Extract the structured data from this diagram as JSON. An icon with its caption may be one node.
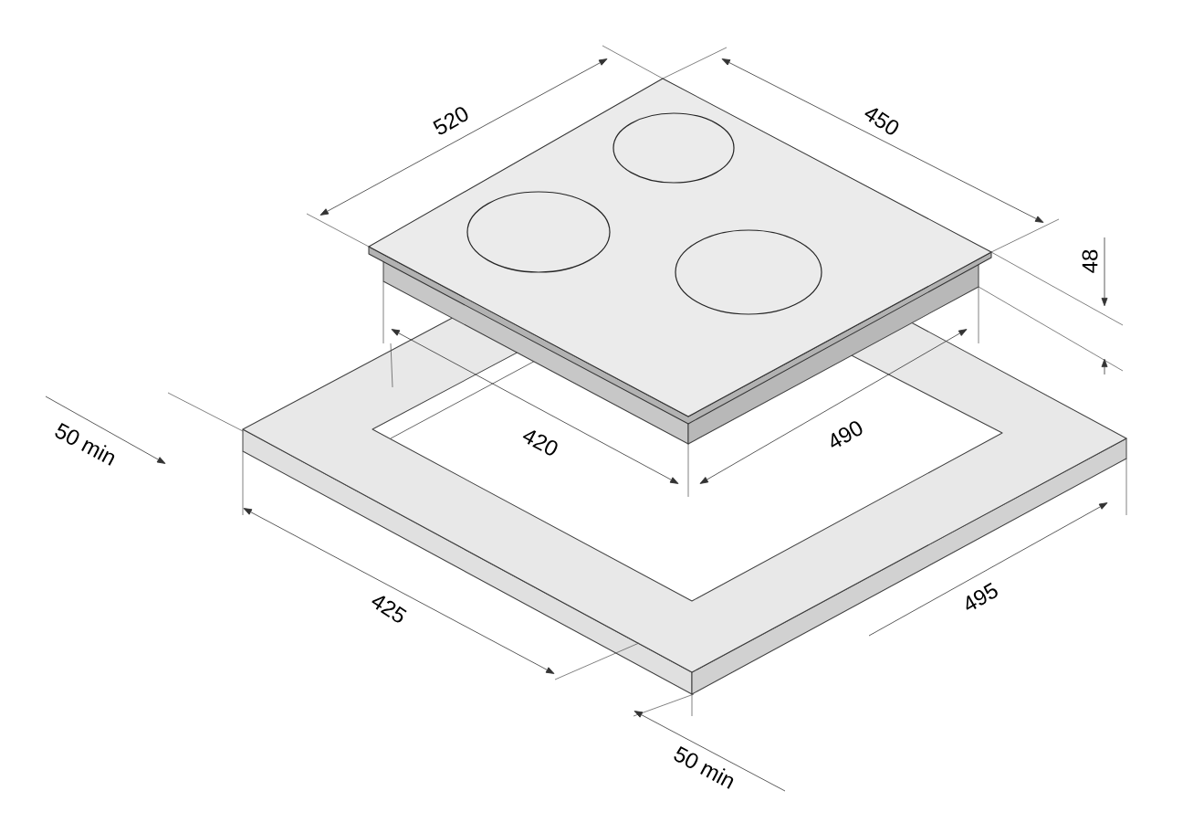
{
  "diagram": {
    "labels": [
      "520",
      "450",
      "48",
      "420",
      "490",
      "50 min",
      "425",
      "495",
      "50 min"
    ]
  }
}
